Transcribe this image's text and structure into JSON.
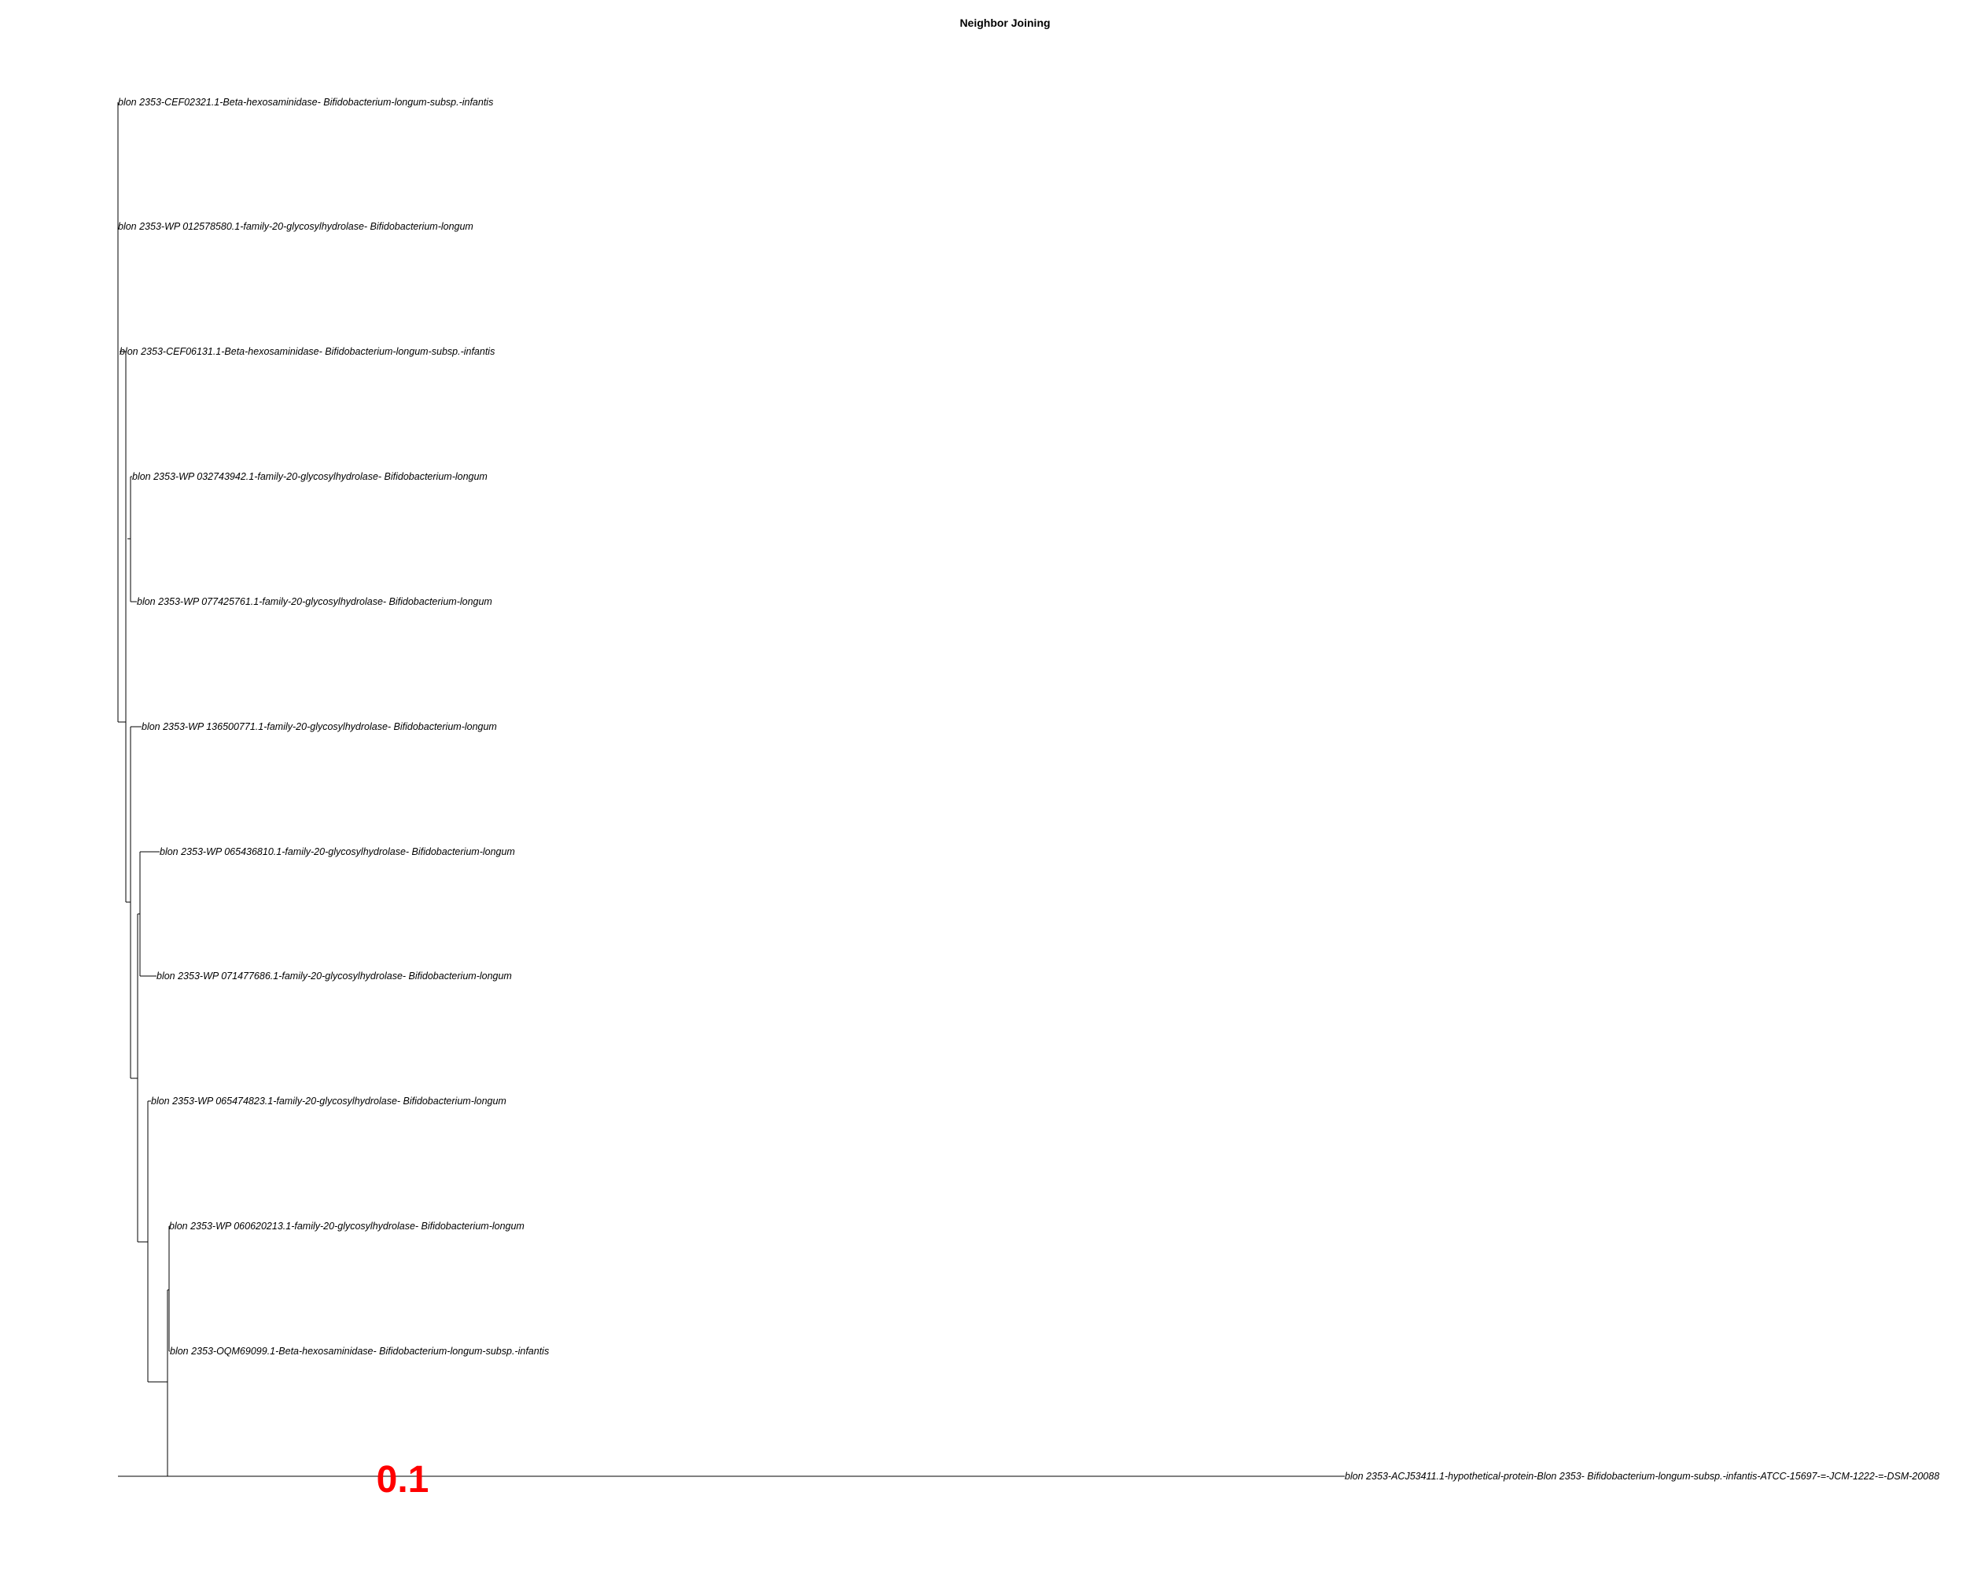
{
  "title": "Neighbor Joining",
  "scale_label": "0.1",
  "colors": {
    "scale_label": "#ff0000",
    "lines": "#000000",
    "background": "#ffffff"
  },
  "leaves": [
    "blon 2353-CEF02321.1-Beta-hexosaminidase- Bifidobacterium-longum-subsp.-infantis",
    "blon 2353-WP 012578580.1-family-20-glycosylhydrolase- Bifidobacterium-longum",
    "blon 2353-CEF06131.1-Beta-hexosaminidase- Bifidobacterium-longum-subsp.-infantis",
    "blon 2353-WP 032743942.1-family-20-glycosylhydrolase- Bifidobacterium-longum",
    "blon 2353-WP 077425761.1-family-20-glycosylhydrolase- Bifidobacterium-longum",
    "blon 2353-WP 136500771.1-family-20-glycosylhydrolase- Bifidobacterium-longum",
    "blon 2353-WP 065436810.1-family-20-glycosylhydrolase- Bifidobacterium-longum",
    "blon 2353-WP 071477686.1-family-20-glycosylhydrolase- Bifidobacterium-longum",
    "blon 2353-WP 065474823.1-family-20-glycosylhydrolase- Bifidobacterium-longum",
    "blon 2353-WP 060620213.1-family-20-glycosylhydrolase- Bifidobacterium-longum",
    "blon 2353-OQM69099.1-Beta-hexosaminidase- Bifidobacterium-longum-subsp.-infantis",
    "blon 2353-ACJ53411.1-hypothetical-protein-Blon 2353- Bifidobacterium-longum-subsp.-infantis-ATCC-15697-=-JCM-1222-=-DSM-20088"
  ]
}
